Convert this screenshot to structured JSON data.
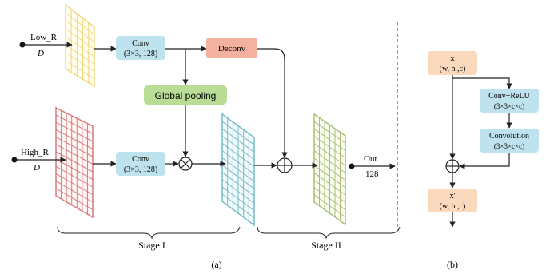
{
  "panel_a": {
    "low_r": {
      "label": "Low_R",
      "sub": "D"
    },
    "high_r": {
      "label": "High_R",
      "sub": "D"
    },
    "conv_top": {
      "line1": "Conv",
      "line2": "(3×3, 128)"
    },
    "conv_bottom": {
      "line1": "Conv",
      "line2": "(3×3, 128)"
    },
    "deconv": {
      "label": "Deconv"
    },
    "global_pooling": {
      "label": "Global pooling"
    },
    "out": {
      "label": "Out",
      "value": "128"
    },
    "stage1": "Stage I",
    "stage2": "Stage II",
    "caption": "(a)"
  },
  "panel_b": {
    "x_in": {
      "line1": "x",
      "line2": "(w, h ,c)"
    },
    "conv_relu": {
      "line1": "Conv+ReLU",
      "line2": "(3×3×c×c)"
    },
    "convolution": {
      "line1": "Convolution",
      "line2": "(3×3×c×c)"
    },
    "x_out": {
      "line1": "x'",
      "line2": "(w, h ,c)"
    },
    "caption": "(b)"
  },
  "colors": {
    "conv_fill": "#bfe3ee",
    "deconv_fill": "#f4b19f",
    "pooling_fill": "#b9dd96",
    "x_fill": "#fbd9bd",
    "low_r_grid": "#f2d77a",
    "high_r_grid": "#d77a7a",
    "stage_grid": "#74bccb",
    "out_grid": "#a9bf78"
  }
}
